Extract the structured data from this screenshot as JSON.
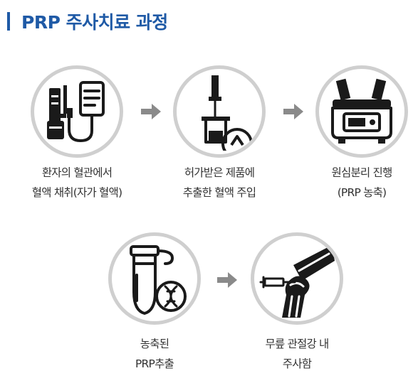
{
  "title": "PRP 주사치료 과정",
  "colors": {
    "accent": "#1f5aa6",
    "icon": "#1a1a1a",
    "circle_border": "#cfcfcf",
    "arrow": "#8a8a8a",
    "text": "#333333"
  },
  "steps": [
    {
      "icon": "blood-draw-iv-bag-icon",
      "line1": "환자의 혈관에서",
      "line2": "혈액 채취(자가 혈액)"
    },
    {
      "icon": "syringe-test-tube-icon",
      "line1": "허가받은 제품에",
      "line2": "추출한 혈액 주입"
    },
    {
      "icon": "centrifuge-icon",
      "line1": "원심분리 진행",
      "line2": "(PRP 농축)"
    },
    {
      "icon": "tube-dna-icon",
      "line1": "농축된",
      "line2": "PRP추출"
    },
    {
      "icon": "knee-injection-icon",
      "line1": "무릎 관절강 내",
      "line2": "주사함"
    }
  ]
}
